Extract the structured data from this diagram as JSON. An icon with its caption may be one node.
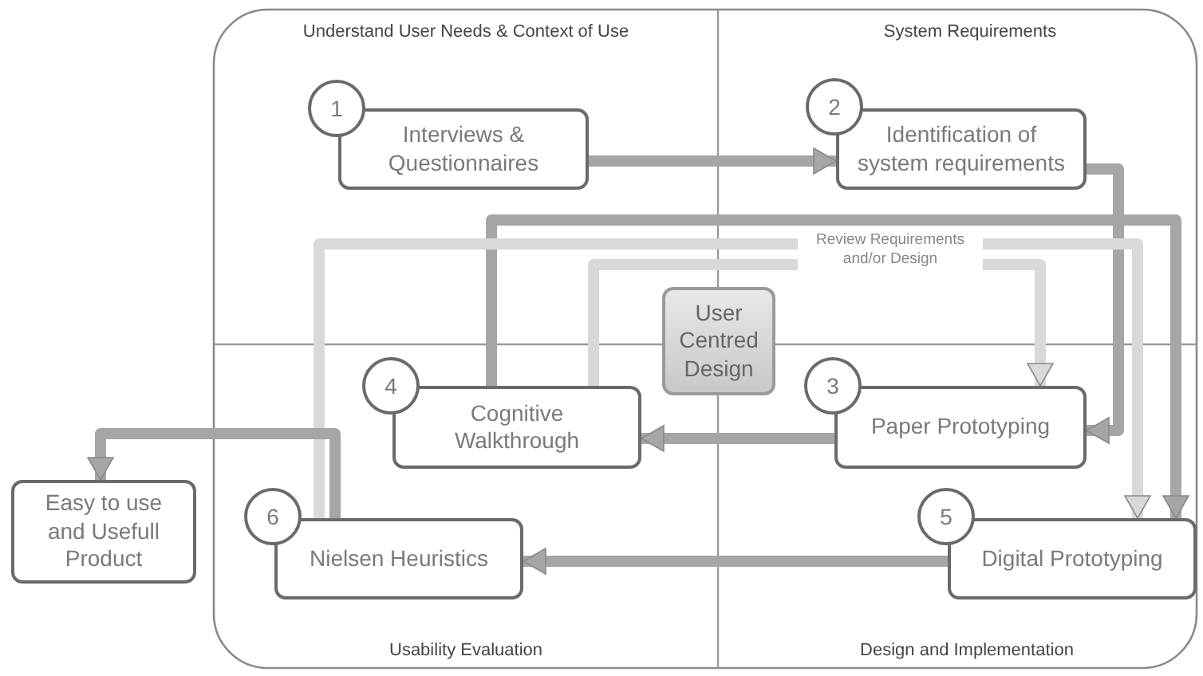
{
  "diagram": {
    "nodes": [
      {
        "text": [
          "1"
        ]
      },
      {
        "text": [
          "Interviews & Questionnaires"
        ]
      },
      {
        "text": [
          "2"
        ]
      },
      {
        "text": [
          "Identification of system requirements"
        ]
      },
      {
        "text": [
          "User Centred Design"
        ]
      },
      {
        "text": [
          "4"
        ]
      },
      {
        "text": [
          "Cognitive Walkthrough"
        ]
      },
      {
        "text": [
          "3"
        ]
      },
      {
        "text": [
          "Paper Prototyping"
        ]
      },
      {
        "text": [
          "Easy to use and Usefull Product"
        ]
      },
      {
        "text": [
          "6"
        ]
      },
      {
        "text": [
          "Nielsen Heuristics"
        ]
      },
      {
        "text": [
          "5"
        ]
      },
      {
        "text": [
          "Digital Prototyping"
        ]
      }
    ],
    "edges": [
      {
        "from": 1,
        "to": 3,
        "arrow": "to"
      },
      {
        "from": 3,
        "to": 8,
        "arrow": "to"
      },
      {
        "from": 8,
        "to": 6,
        "arrow": "to"
      },
      {
        "from": 6,
        "to": 13,
        "arrow": "to"
      },
      {
        "from": 6,
        "to": 8,
        "arrow": "to",
        "color": "#d9d9d9",
        "label": "Review Requirements and/or Design"
      },
      {
        "from": 11,
        "to": 13,
        "arrow": "to",
        "color": "#d9d9d9"
      },
      {
        "from": 13,
        "to": 11,
        "arrow": "to"
      },
      {
        "from": 11,
        "to": 9,
        "arrow": "to"
      }
    ],
    "labels": [
      "Understand User Needs & Context of Use",
      "System Requirements",
      "Usability Evaluation",
      "Design and Implementation"
    ]
  }
}
